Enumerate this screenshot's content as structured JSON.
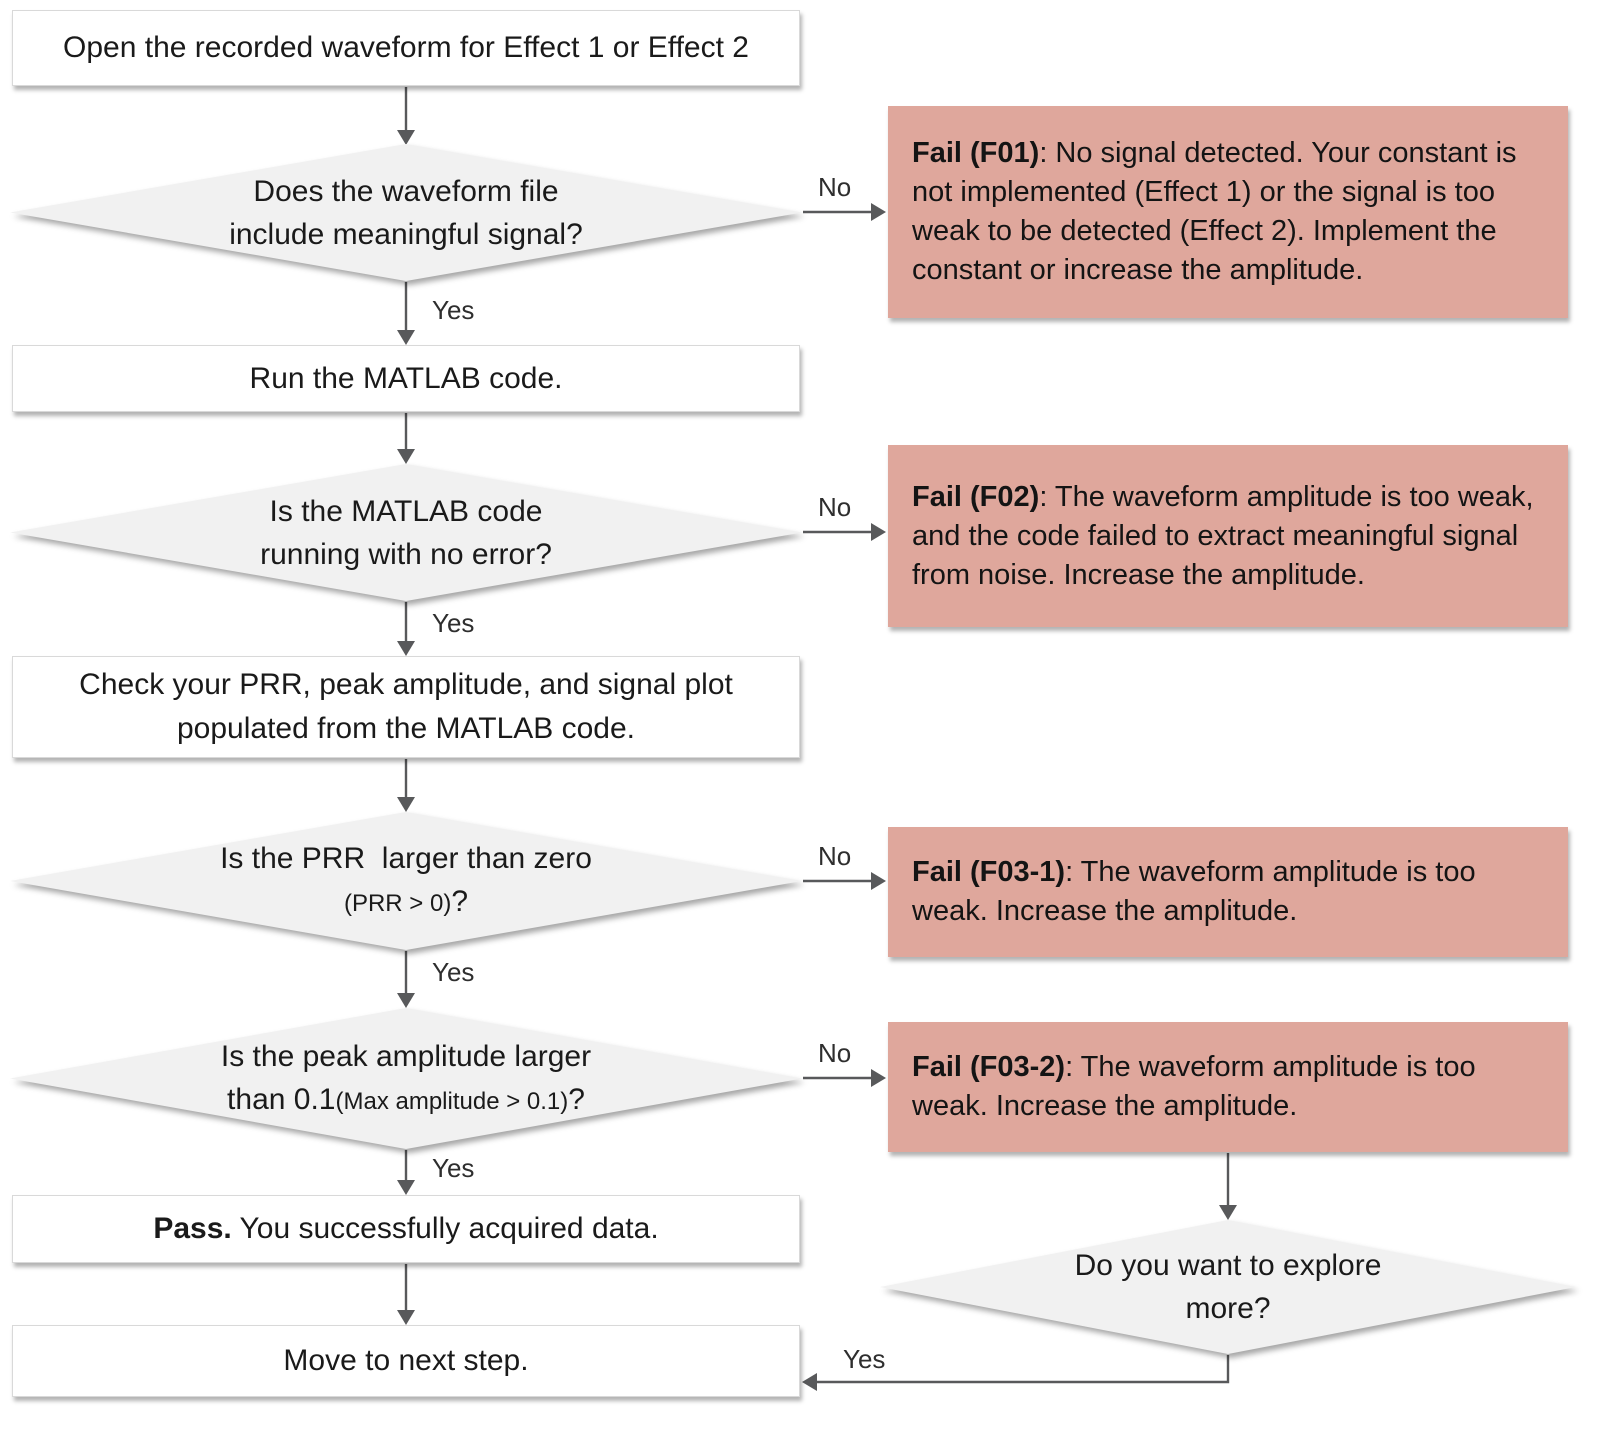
{
  "labels": {
    "yes": "Yes",
    "no": "No"
  },
  "colors": {
    "fail_fill": "#dfa79c",
    "diamond_fill": "#f1f1f1",
    "box_fill": "#ffffff",
    "box_border": "#d9d9d9",
    "arrow": "#58595b",
    "text": "#1a1a1a"
  },
  "nodes": {
    "start": {
      "text": "Open the recorded waveform for Effect 1 or Effect 2"
    },
    "q_signal": {
      "line1": "Does the waveform file",
      "line2": "include meaningful signal?"
    },
    "run_code": {
      "text": "Run the MATLAB code."
    },
    "q_error": {
      "line1": "Is the MATLAB code",
      "line2": "running with no error?"
    },
    "check_outputs": {
      "line1": "Check your PRR, peak amplitude, and signal plot",
      "line2": "populated from the MATLAB code."
    },
    "q_prr": {
      "line1": "Is the PRR  larger than zero",
      "line2_small": "(PRR > 0)",
      "line2_suffix": "?"
    },
    "q_amp": {
      "line1": "Is the peak amplitude larger",
      "line2_prefix": "than 0.1",
      "line2_small": "(Max amplitude > 0.1)",
      "line2_suffix": "?"
    },
    "pass": {
      "label": "Pass.",
      "text": " You successfully acquired data."
    },
    "next_step": {
      "text": "Move to next step."
    },
    "q_explore": {
      "line1": "Do you want to explore",
      "line2": "more?"
    },
    "f01": {
      "label": "Fail (F01)",
      "text": ": No signal detected. Your constant is not implemented (Effect 1) or the signal is too weak to be detected (Effect 2). Implement the constant or increase the amplitude."
    },
    "f02": {
      "label": "Fail (F02)",
      "text": ": The waveform amplitude is too weak, and the code failed to extract meaningful signal from noise. Increase the amplitude."
    },
    "f03_1": {
      "label": "Fail (F03-1)",
      "text": ": The waveform amplitude is too weak. Increase the amplitude."
    },
    "f03_2": {
      "label": "Fail (F03-2)",
      "text": ": The waveform amplitude is too weak. Increase the amplitude."
    }
  }
}
